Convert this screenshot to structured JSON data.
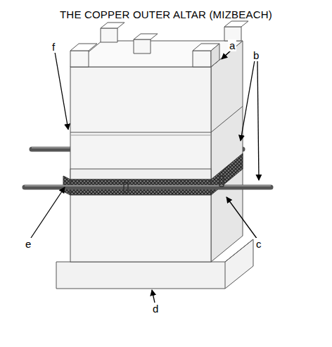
{
  "diagram": {
    "title": "THE COPPER OUTER ALTAR (MIZBEACH)",
    "labels": [
      "a",
      "b",
      "c",
      "d",
      "e",
      "f"
    ]
  }
}
